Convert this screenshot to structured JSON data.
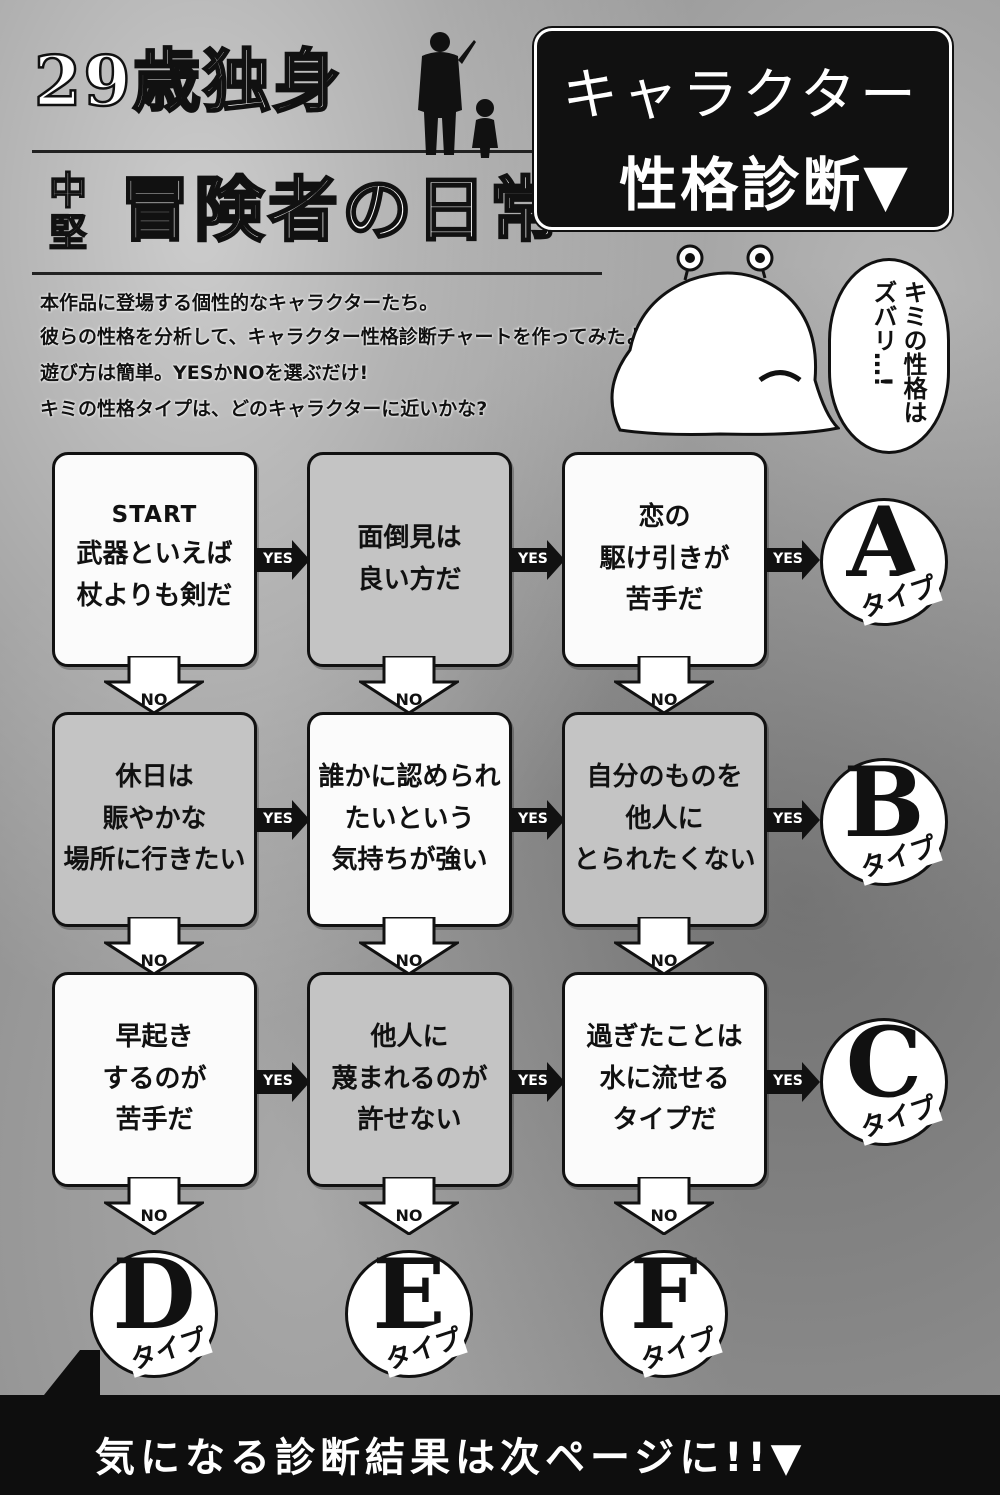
{
  "title": {
    "line1": "29歳独身",
    "line2_small": "中堅",
    "line2": "冒険者の日常"
  },
  "diagnosis": {
    "line1": "キャラクター",
    "line2": "性格診断▼"
  },
  "intro": [
    "本作品に登場する個性的なキャラクターたち。",
    "彼らの性格を分析して、キャラクター性格診断チャートを作ってみたよ!",
    "遊び方は簡単。YESかNOを選ぶだけ!",
    "キミの性格タイプは、どのキャラクターに近いかな?"
  ],
  "bubble": "キミの性格はズバリ…!",
  "flow": {
    "start_label": "START",
    "yes_label": "YES",
    "no_label": "NO",
    "type_label": "タイプ",
    "boxes": [
      {
        "lines": [
          "武器といえば",
          "杖よりも剣だ"
        ]
      },
      {
        "lines": [
          "面倒見は",
          "良い方だ"
        ]
      },
      {
        "lines": [
          "恋の",
          "駆け引きが",
          "苦手だ"
        ]
      },
      {
        "lines": [
          "休日は",
          "賑やかな",
          "場所に行きたい"
        ]
      },
      {
        "lines": [
          "誰かに認められ",
          "たいという",
          "気持ちが強い"
        ]
      },
      {
        "lines": [
          "自分のものを",
          "他人に",
          "とられたくない"
        ]
      },
      {
        "lines": [
          "早起き",
          "するのが",
          "苦手だ"
        ]
      },
      {
        "lines": [
          "他人に",
          "蔑まれるのが",
          "許せない"
        ]
      },
      {
        "lines": [
          "過ぎたことは",
          "水に流せる",
          "タイプだ"
        ]
      }
    ],
    "results": [
      "A",
      "B",
      "C",
      "D",
      "E",
      "F"
    ]
  },
  "footer": "気になる診断結果は次ページに!!▼"
}
